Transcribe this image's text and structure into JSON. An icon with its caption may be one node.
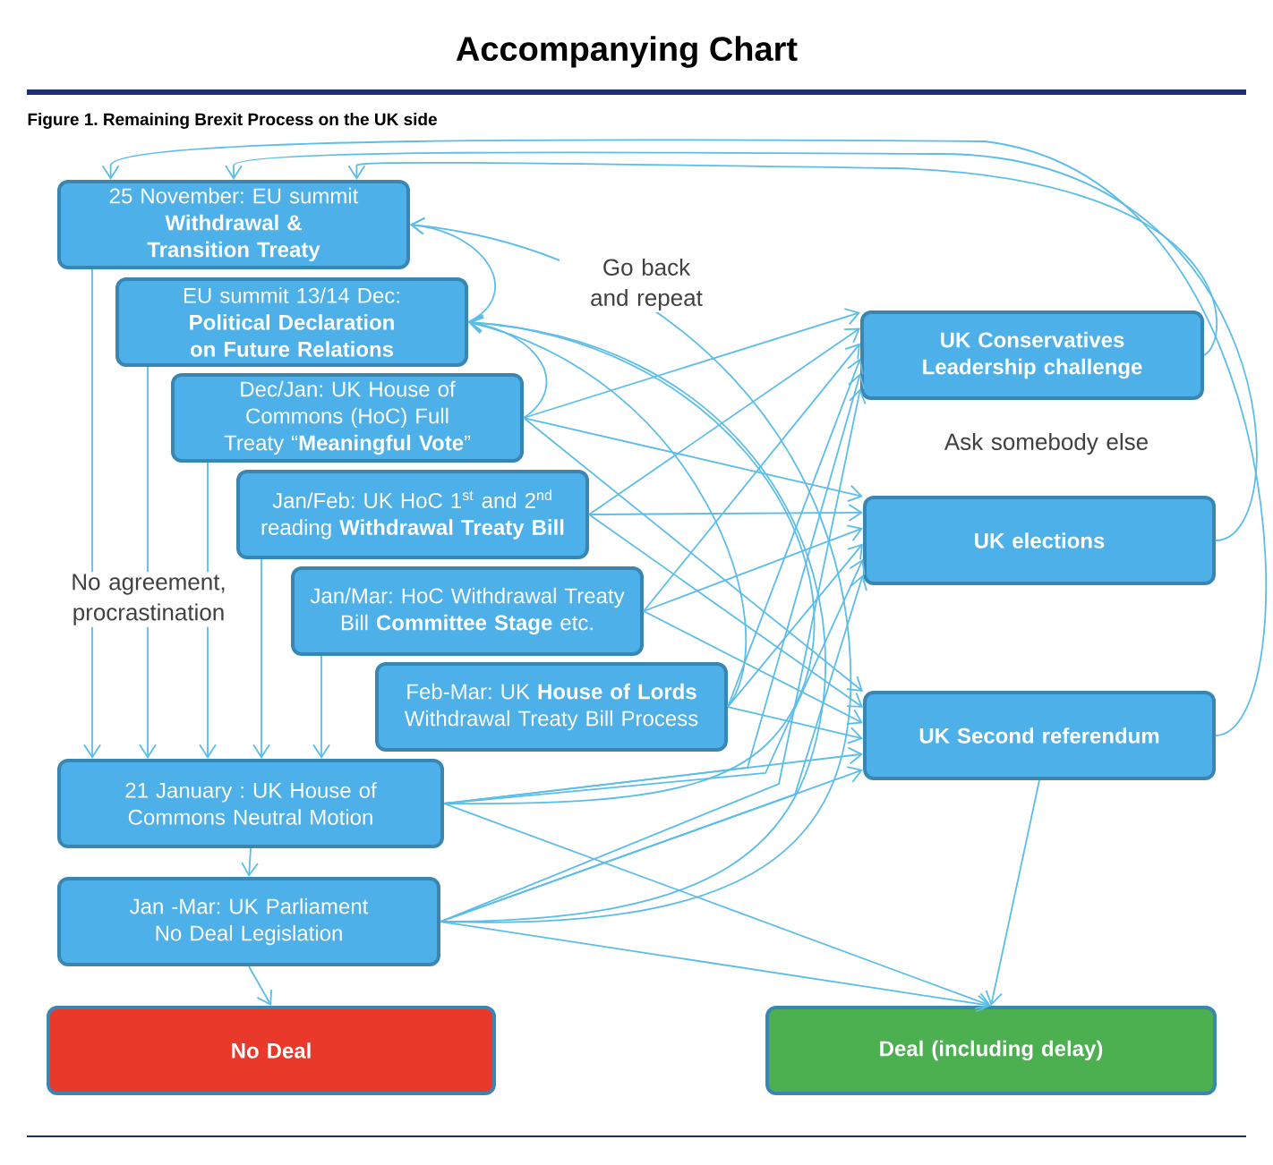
{
  "diagram": {
    "title": "Accompanying Chart",
    "caption": "Figure 1. Remaining Brexit Process on the UK side",
    "nodes": [
      {
        "text": [
          "25 November: EU summit",
          "Withdrawal & Transition Treaty"
        ]
      },
      {
        "text": [
          "EU summit  13/14 Dec:",
          "Political Declaration on Future Relations"
        ]
      },
      {
        "text": [
          "Dec/Jan: UK House of Commons (HoC) Full Treaty “**Meaningful Vote**”"
        ]
      },
      {
        "text": [
          "Jan/Feb: UK HoC 1$^{st}$ and 2$^{nd}$ reading **Withdrawal Treaty Bill**"
        ]
      },
      {
        "text": [
          "Jan/Mar: HoC Withdrawal Treaty Bill **Committee Stage** etc."
        ]
      },
      {
        "text": [
          "Feb-Mar: UK **House of Lords** Withdrawal Treaty Bill Process"
        ]
      },
      {
        "text": [
          "21 January : UK House of Commons Neutral Motion"
        ]
      },
      {
        "text": [
          "Jan -Mar: UK Parliament No Deal Legislation"
        ]
      },
      {
        "text": [
          "No Deal"
        ]
      },
      {
        "text": [
          "UK Conservatives Leadership challenge"
        ]
      },
      {
        "text": [
          "UK elections"
        ]
      },
      {
        "text": [
          "UK Second referendum"
        ]
      },
      {
        "text": [
          "Deal (including delay)"
        ]
      }
    ],
    "edges": [
      {
        "from": 0,
        "to": 6,
        "arrow": "to"
      },
      {
        "from": 1,
        "to": 6,
        "arrow": "to"
      },
      {
        "from": 2,
        "to": 6,
        "arrow": "to"
      },
      {
        "from": 3,
        "to": 6,
        "arrow": "to"
      },
      {
        "from": 4,
        "to": 6,
        "arrow": "to"
      },
      {
        "from": 6,
        "to": 7,
        "arrow": "to"
      },
      {
        "from": 7,
        "to": 8,
        "arrow": "to"
      },
      {
        "from": 1,
        "to": 0,
        "arrow": "to"
      },
      {
        "from": 2,
        "to": 1,
        "arrow": "to"
      },
      {
        "from": 5,
        "to": 1,
        "arrow": "to"
      },
      {
        "from": 6,
        "to": 1,
        "arrow": "to"
      },
      {
        "from": 7,
        "to": 1,
        "arrow": "to"
      },
      {
        "from": 7,
        "to": 0,
        "arrow": "to"
      },
      {
        "from": 9,
        "to": 0,
        "arrow": "to"
      },
      {
        "from": 10,
        "to": 0,
        "arrow": "to"
      },
      {
        "from": 11,
        "to": 0,
        "arrow": "to"
      },
      {
        "from": 2,
        "to": 9,
        "arrow": "to"
      },
      {
        "from": 2,
        "to": 10,
        "arrow": "to"
      },
      {
        "from": 2,
        "to": 11,
        "arrow": "to"
      },
      {
        "from": 3,
        "to": 9,
        "arrow": "to"
      },
      {
        "from": 3,
        "to": 10,
        "arrow": "to"
      },
      {
        "from": 3,
        "to": 11,
        "arrow": "to"
      },
      {
        "from": 4,
        "to": 9,
        "arrow": "to"
      },
      {
        "from": 4,
        "to": 10,
        "arrow": "to"
      },
      {
        "from": 4,
        "to": 11,
        "arrow": "to"
      },
      {
        "from": 5,
        "to": 9,
        "arrow": "to"
      },
      {
        "from": 5,
        "to": 10,
        "arrow": "to"
      },
      {
        "from": 5,
        "to": 11,
        "arrow": "to"
      },
      {
        "from": 6,
        "to": 9,
        "arrow": "to"
      },
      {
        "from": 6,
        "to": 10,
        "arrow": "to"
      },
      {
        "from": 6,
        "to": 11,
        "arrow": "to"
      },
      {
        "from": 6,
        "to": 12,
        "arrow": "to"
      },
      {
        "from": 7,
        "to": 9,
        "arrow": "to"
      },
      {
        "from": 7,
        "to": 10,
        "arrow": "to"
      },
      {
        "from": 7,
        "to": 11,
        "arrow": "to"
      },
      {
        "from": 7,
        "to": 12,
        "arrow": "to"
      },
      {
        "from": 11,
        "to": 12,
        "arrow": "to"
      }
    ],
    "labels": [
      "Go back and repeat",
      "No agreement, procrastination",
      "Ask somebody else"
    ]
  }
}
